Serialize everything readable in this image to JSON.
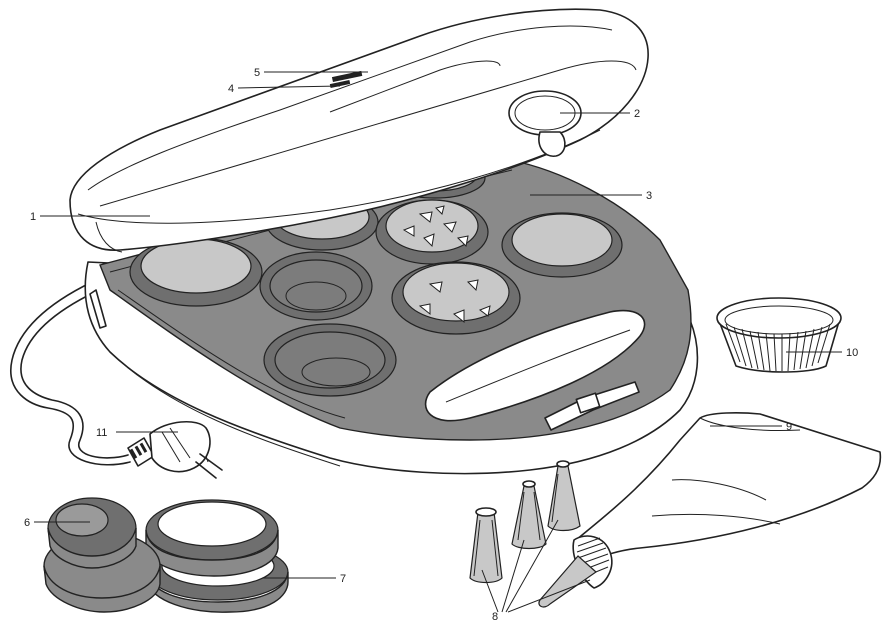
{
  "figure": {
    "type": "exploded product diagram",
    "subject": "cupcake maker with accessories"
  },
  "colors": {
    "outline": "#222222",
    "plate": "#8a8a8a",
    "cake": "#c8c8c8",
    "background": "#ffffff"
  },
  "callouts": [
    {
      "id": "1",
      "label": "1"
    },
    {
      "id": "2",
      "label": "2"
    },
    {
      "id": "3",
      "label": "3"
    },
    {
      "id": "4",
      "label": "4"
    },
    {
      "id": "5",
      "label": "5"
    },
    {
      "id": "6",
      "label": "6"
    },
    {
      "id": "7",
      "label": "7"
    },
    {
      "id": "8",
      "label": "8"
    },
    {
      "id": "9",
      "label": "9"
    },
    {
      "id": "10",
      "label": "10"
    },
    {
      "id": "11",
      "label": "11"
    }
  ]
}
